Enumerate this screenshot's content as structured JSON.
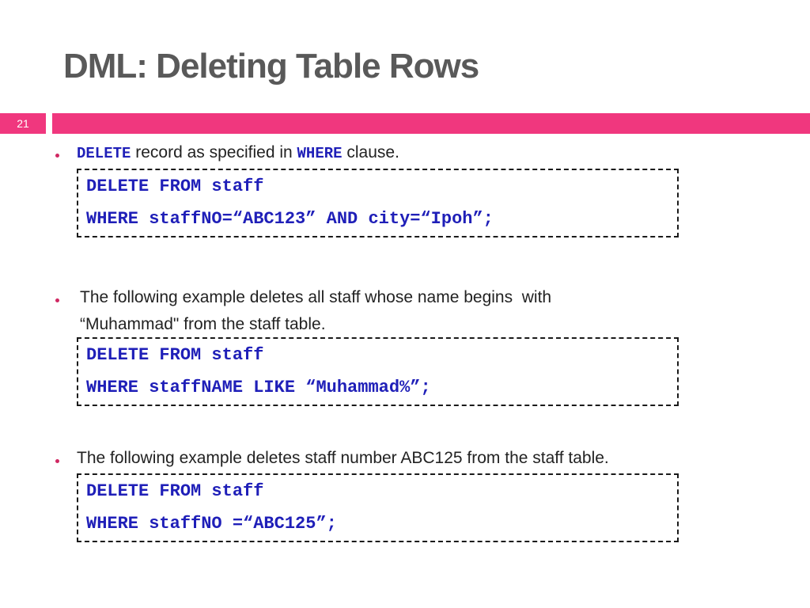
{
  "slide": {
    "title": "DML: Deleting Table Rows",
    "number": "21",
    "accent_color": "#f0377e",
    "title_color": "#595959",
    "code_color": "#1f1fb8"
  },
  "bullets": [
    {
      "keyword1": "DELETE",
      "text1": " record as specified in ",
      "keyword2": "WHERE",
      "text2": " clause.",
      "code": [
        "DELETE FROM staff",
        "WHERE staffNO=“ABC123” AND city=“Ipoh”;"
      ]
    },
    {
      "line1": "The following example deletes all staff whose name begins  with",
      "line2": "“Muhammad\" from the staff table.",
      "code": [
        "DELETE FROM staff",
        "WHERE staffNAME LIKE “Muhammad%”;"
      ]
    },
    {
      "line1": "The following example deletes staff number ABC125 from the staff table.",
      "code": [
        "DELETE FROM staff",
        "WHERE staffNO =“ABC125”;"
      ]
    }
  ]
}
